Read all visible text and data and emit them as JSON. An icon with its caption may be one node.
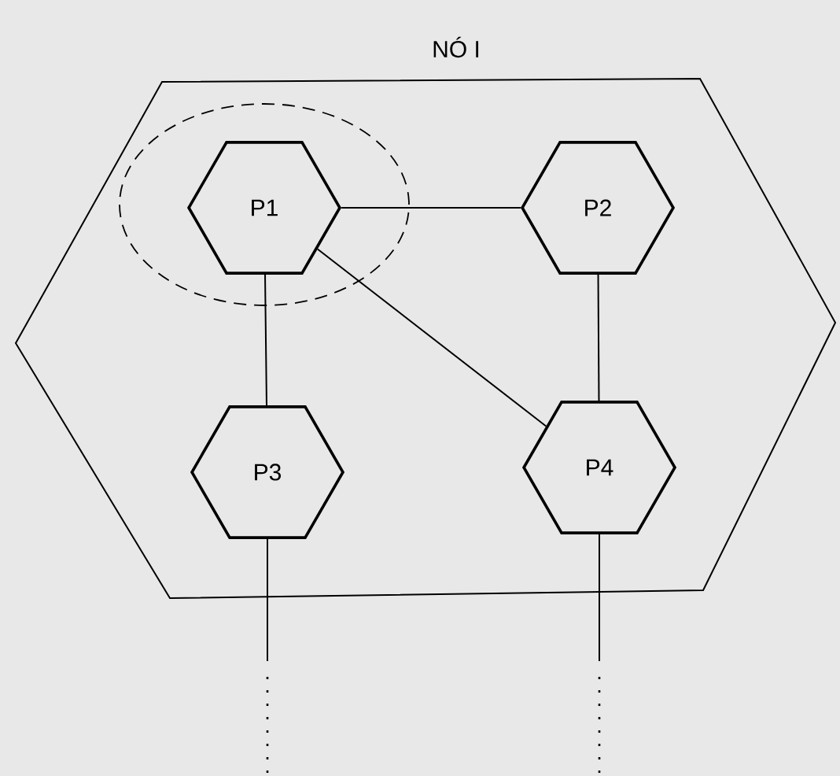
{
  "diagram": {
    "nodes": [
      {
        "text": [
          "NÓ I"
        ]
      },
      {
        "text": [
          "P1"
        ],
        "in": 0
      },
      {
        "text": [
          "P2"
        ],
        "in": 0
      },
      {
        "text": [
          "P3"
        ],
        "in": 0
      },
      {
        "text": [
          "P4"
        ],
        "in": 0
      }
    ],
    "edges": [
      {
        "from": 1,
        "to": 2,
        "arrow": "none"
      },
      {
        "from": 1,
        "to": 3,
        "arrow": "none"
      },
      {
        "from": 1,
        "to": 4,
        "arrow": "none"
      },
      {
        "from": 2,
        "to": 4,
        "arrow": "none"
      },
      {
        "from": 3,
        "to": null,
        "arrow": "none"
      },
      {
        "from": 4,
        "to": null,
        "arrow": "none"
      }
    ]
  }
}
